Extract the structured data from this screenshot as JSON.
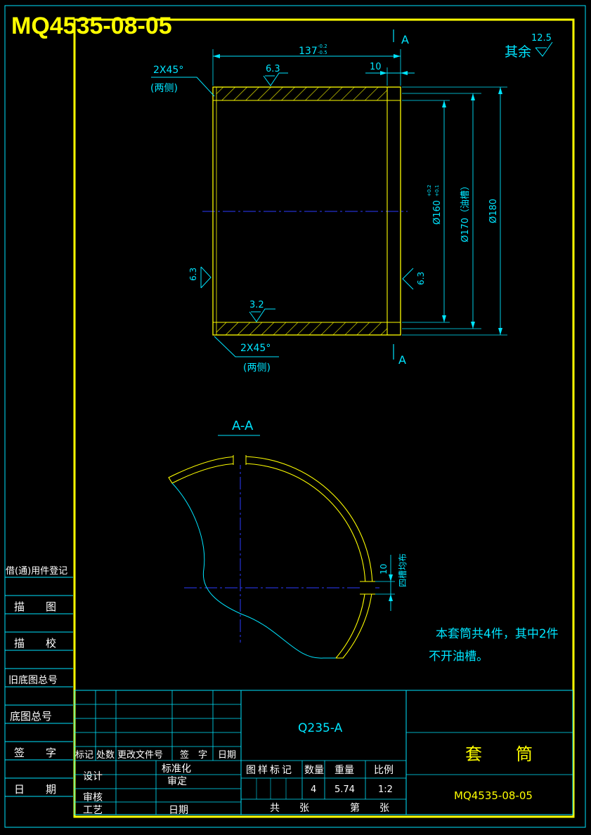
{
  "drawing_number_top": "MQ4535-08-05",
  "dims": {
    "length": "137",
    "length_tol_upper": "-0.2",
    "length_tol_lower": "-0.5",
    "groove_width": "10",
    "d160": "Ø160",
    "d160_tol_upper": "+0.2",
    "d160_tol_lower": "+0.1",
    "d170": "Ø170（油槽）",
    "d180": "Ø180",
    "groove_10": "10",
    "groove_note": "四槽均布"
  },
  "roughness": {
    "top": "6.3",
    "bottom": "3.2",
    "left": "6.3",
    "right": "6.3",
    "rest_label": "其余",
    "rest_value": "12.5"
  },
  "chamfers": {
    "top": "2X45°",
    "top_note": "(两侧)",
    "bottom": "2X45°",
    "bottom_note": "(两侧)"
  },
  "section": {
    "marker_top": "A",
    "marker_bottom": "A",
    "title": "A-A"
  },
  "note_line1": "本套筒共4件，其中2件",
  "note_line2": "不开油槽。",
  "left_column": [
    "借(通)用件登记",
    "描　　图",
    "描　　校",
    "旧底图总号",
    "底图总号",
    "签　　字",
    "日　　期"
  ],
  "title_block": {
    "material": "Q235-A",
    "part_name": "套　　筒",
    "drawing_number": "MQ4535-08-05",
    "rev_headers": [
      "标记",
      "处数",
      "更改文件号",
      "签　字",
      "日期"
    ],
    "row_design": "设计",
    "row_check": "审核",
    "row_process": "工艺",
    "standardize": "标准化",
    "approve": "审定",
    "date": "日期",
    "stage_mark": "图样标记",
    "quantity_label": "数量",
    "weight_label": "重量",
    "scale_label": "比例",
    "quantity": "4",
    "weight": "5.74",
    "scale": "1:2",
    "sheets_total": "共　　张",
    "sheet_no": "第　　张"
  }
}
